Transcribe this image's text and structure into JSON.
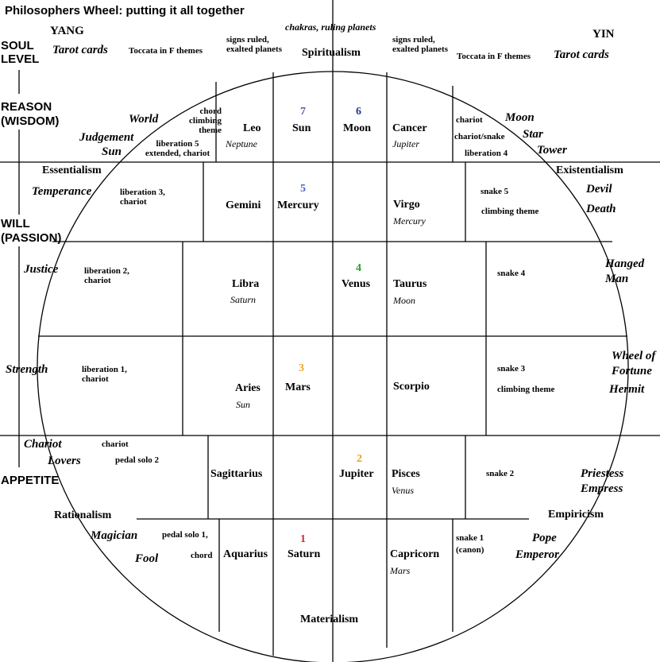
{
  "title": "Philosophers Wheel: putting it all together",
  "colors": {
    "number_1": "#d62728",
    "number_2": "#e8a317",
    "number_3": "#f5a623",
    "number_4": "#2ca02c",
    "number_5": "#4a66c9",
    "number_6": "#2b3a8f",
    "number_7": "#7a4fa3"
  },
  "levels": {
    "soul": "SOUL LEVEL",
    "reason": "REASON (WISDOM)",
    "will": "WILL (PASSION)",
    "appetite": "APPETITE"
  },
  "yang": {
    "label": "YANG",
    "tarot": "Tarot cards",
    "toccata": "Toccata in F themes",
    "signs_ruled": "signs ruled, exalted planets"
  },
  "yin": {
    "label": "YIN",
    "tarot": "Tarot cards",
    "toccata": "Toccata in F themes",
    "signs_ruled": "signs ruled, exalted planets"
  },
  "top": {
    "chakras": "chakras, ruling planets",
    "spiritualism": "Spiritualism"
  },
  "bottom": {
    "materialism": "Materialism"
  },
  "isms": {
    "essentialism": "Essentialism",
    "existentialism": "Existentialism",
    "rationalism": "Rationalism",
    "empiricism": "Empiricism"
  },
  "left_tarot": {
    "world": "World",
    "judgement": "Judgement",
    "sun": "Sun",
    "temperance": "Temperance",
    "justice": "Justice",
    "strength": "Strength",
    "chariot": "Chariot",
    "lovers": "Lovers",
    "magician": "Magician",
    "fool": "Fool"
  },
  "right_tarot": {
    "moon": "Moon",
    "star": "Star",
    "tower": "Tower",
    "devil": "Devil",
    "death": "Death",
    "hanged_man": "Hanged Man",
    "wheel": "Wheel of Fortune",
    "hermit": "Hermit",
    "priestess": "Priestess",
    "empress": "Empress",
    "pope": "Pope",
    "emperor": "Emperor"
  },
  "left_themes": {
    "chord_climbing": "chord climbing theme",
    "lib5": "liberation 5 extended, chariot",
    "lib3": "liberation 3, chariot",
    "lib2": "liberation 2, chariot",
    "lib1": "liberation 1, chariot",
    "chariot": "chariot",
    "pedal2": "pedal solo 2",
    "pedal1": "pedal solo 1,",
    "chord": "chord"
  },
  "right_themes": {
    "chariot": "chariot",
    "chariot_snake": "chariot/snake",
    "lib4": "liberation 4",
    "snake5": "snake 5",
    "climbing": "climbing theme",
    "snake4": "snake 4",
    "snake3": "snake 3",
    "climbing2": "climbing theme",
    "snake2": "snake 2",
    "snake1": "snake 1 (canon)"
  },
  "signs": {
    "leo": "Leo",
    "neptune": "Neptune",
    "cancer": "Cancer",
    "jupiter": "Jupiter",
    "gemini": "Gemini",
    "virgo": "Virgo",
    "virgo_ruler": "Mercury",
    "libra": "Libra",
    "saturn": "Saturn",
    "taurus": "Taurus",
    "moon": "Moon",
    "aries": "Aries",
    "sun": "Sun",
    "scorpio": "Scorpio",
    "sagittarius": "Sagittarius",
    "pisces": "Pisces",
    "venus": "Venus",
    "aquarius": "Aquarius",
    "capricorn": "Capricorn",
    "mars": "Mars"
  },
  "chakras": [
    {
      "num": "7",
      "planet": "Sun"
    },
    {
      "num": "6",
      "planet": "Moon"
    },
    {
      "num": "5",
      "planet": "Mercury"
    },
    {
      "num": "4",
      "planet": "Venus"
    },
    {
      "num": "3",
      "planet": "Mars"
    },
    {
      "num": "2",
      "planet": "Jupiter"
    },
    {
      "num": "1",
      "planet": "Saturn"
    }
  ]
}
